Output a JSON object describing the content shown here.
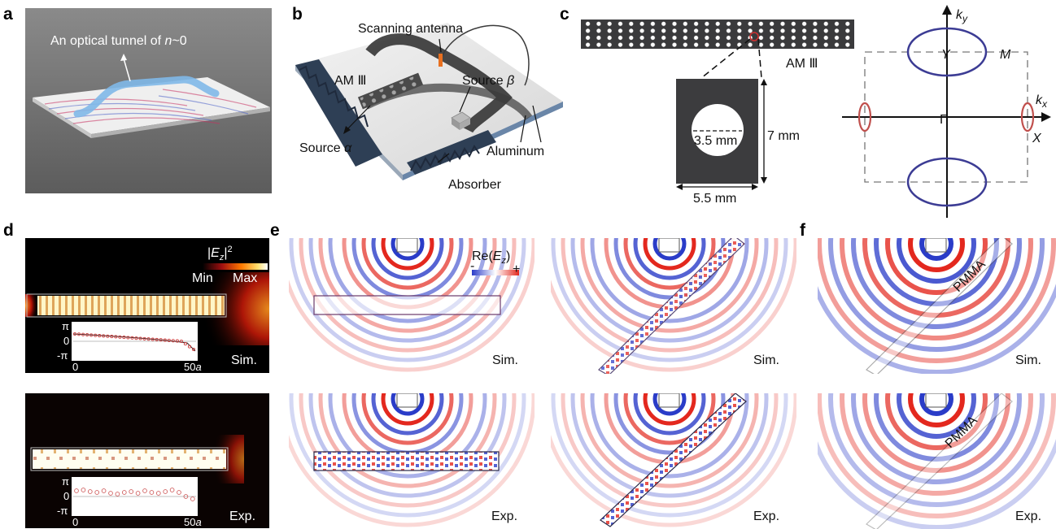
{
  "panels": {
    "a": {
      "letter": "a",
      "label_pre": "An optical tunnel of ",
      "label_n": "n",
      "label_post": "~0"
    },
    "b": {
      "letter": "b",
      "scanning_antenna": "Scanning antenna",
      "am3": "AM Ⅲ",
      "source_beta_word": "Source ",
      "source_beta_sym": "β",
      "source_alpha_word": "Source ",
      "source_alpha_sym": "α",
      "aluminum": "Aluminum",
      "absorber": "Absorber"
    },
    "c": {
      "letter": "c",
      "am3": "AM Ⅲ",
      "hole_dia": "3.5 mm",
      "cell_height": "7 mm",
      "cell_width": "5.5 mm",
      "ky_k": "k",
      "ky_sub": "y",
      "kx_k": "k",
      "kx_sub": "x",
      "Y": "Y",
      "M": "M",
      "Gamma": "Γ",
      "X": "X"
    },
    "d": {
      "letter": "d",
      "cbar_title": "|E",
      "cbar_sub": "z",
      "cbar_tail": "|²",
      "cbar_min": "Min",
      "cbar_max": "Max",
      "pi": "π",
      "zero": "0",
      "mpi": "-π",
      "x0": "0",
      "x_end_num": "50",
      "x_end_sym": "a",
      "sim": "Sim.",
      "exp": "Exp."
    },
    "e": {
      "letter": "e",
      "cbar_title": "Re(E",
      "cbar_sub": "z",
      "cbar_tail": ")",
      "cbar_minus": "-",
      "cbar_plus": "+",
      "sim": "Sim.",
      "exp": "Exp."
    },
    "f": {
      "letter": "f",
      "pmma": "PMMA",
      "sim": "Sim.",
      "exp": "Exp."
    }
  },
  "colors": {
    "cell_block": "#3c3c3e",
    "bz_orange": "#c0504d",
    "bz_blue": "#3c3c94",
    "field_red": "#e3281e",
    "field_blue": "#2a3cc8",
    "heat_hot": "#fff0a0"
  }
}
